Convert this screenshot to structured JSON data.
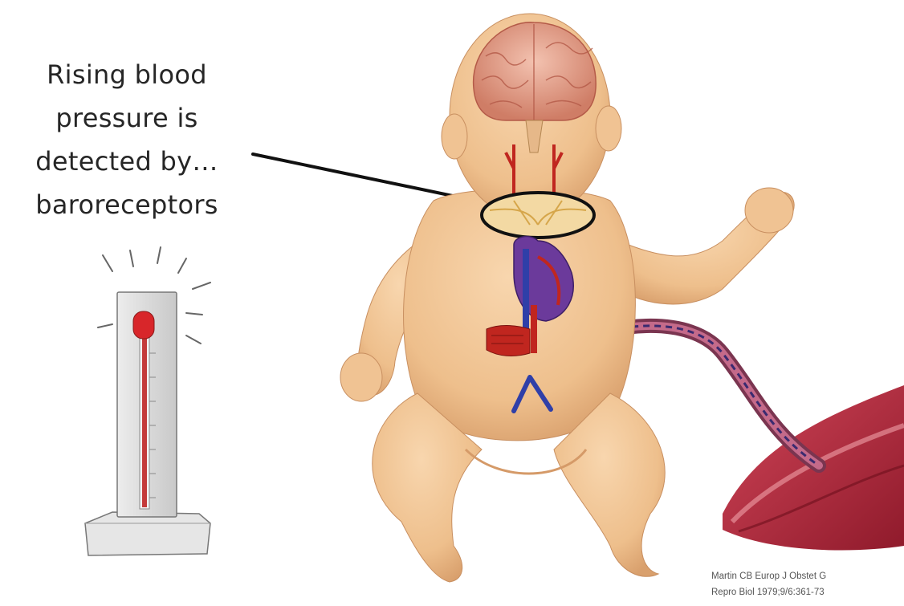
{
  "caption": {
    "lines": [
      "Rising blood",
      "pressure is",
      "detected by…",
      "baroreceptors"
    ]
  },
  "citation": {
    "line1": "Martin CB  Europ J Obstet G",
    "line2": "Repro Biol 1979;9/6:361-73"
  },
  "colors": {
    "skin": "#f2c596",
    "skin_shadow": "#d99b6a",
    "artery": "#c0261f",
    "vein": "#2f3fa8",
    "heart_purple": "#6b3a9b",
    "baroreceptor_fill": "#f3d9a3",
    "placenta": "#b8283a",
    "cord": "#9a4a6a",
    "thermometer_bulb": "#d8262a"
  },
  "icons": {
    "infant": "infant-anatomy-illustration",
    "thermometer": "blood-pressure-thermometer",
    "placenta": "placenta-with-umbilical-cord"
  }
}
